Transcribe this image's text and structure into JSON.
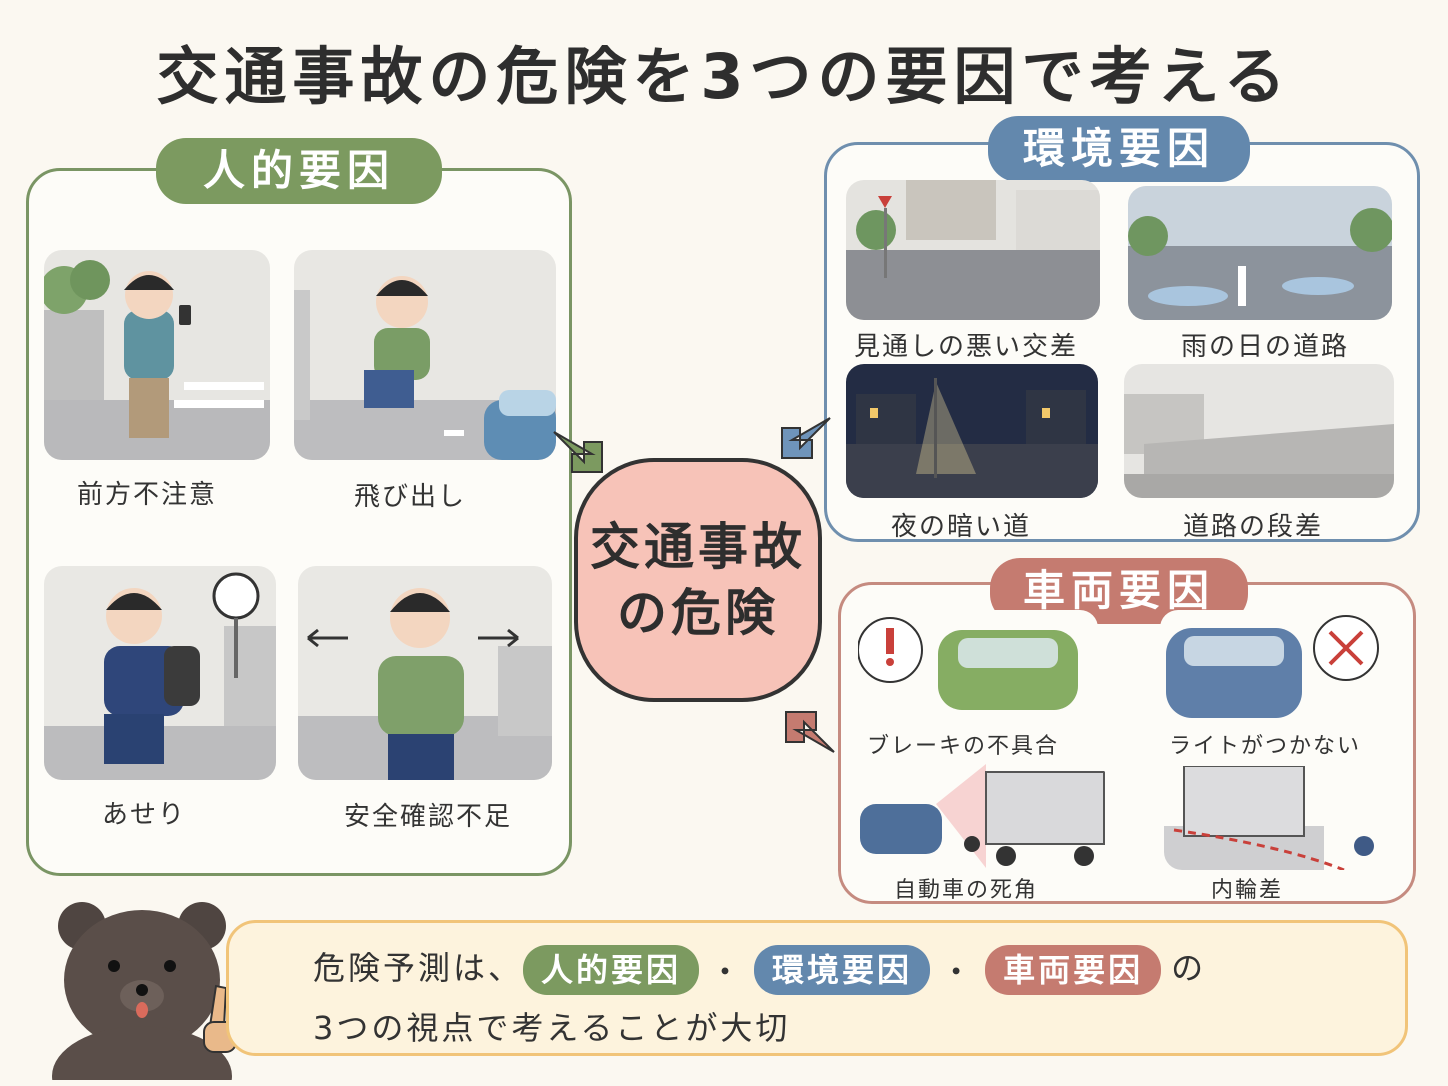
{
  "title": "交通事故の危険を3つの要因で考える",
  "human": {
    "heading": "人的要因",
    "items": [
      {
        "label": "前方不注意"
      },
      {
        "label": "飛び出し"
      },
      {
        "label": "あせり"
      },
      {
        "label": "安全確認不足"
      }
    ]
  },
  "environment": {
    "heading": "環境要因",
    "items": [
      {
        "label": "見通しの悪い交差点"
      },
      {
        "label": "雨の日の道路"
      },
      {
        "label": "夜の暗い道"
      },
      {
        "label": "道路の段差"
      }
    ]
  },
  "vehicle": {
    "heading": "車両要因",
    "items": [
      {
        "label": "ブレーキの不具合"
      },
      {
        "label": "ライトがつかない"
      },
      {
        "label": "自動車の死角"
      },
      {
        "label": "内輪差"
      }
    ]
  },
  "center": {
    "line1": "交通事故",
    "line2": "の危険"
  },
  "summary": {
    "prefix": "危険予測は、",
    "pill1": "人的要因",
    "dot": "・",
    "pill2": "環境要因",
    "pill3": "車両要因",
    "suffix": "の",
    "line2": "3つの視点で考えることが大切"
  },
  "colors": {
    "human": "#7c9a60",
    "environment": "#6388ad",
    "vehicle": "#c57b70",
    "center_fill": "#f7c3b8",
    "summary_border": "#f1c479"
  }
}
